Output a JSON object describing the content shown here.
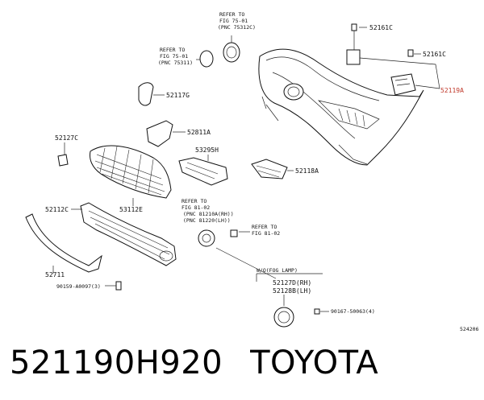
{
  "caption": {
    "part_number": "521190H920",
    "brand": "TOYOTA"
  },
  "figure_id": "524206",
  "labels": {
    "refer1": [
      "REFER TO",
      "FIG 75-01",
      "(PNC 75312C)"
    ],
    "refer2": [
      "REFER TO",
      "FIG 75-01",
      "(PNC 75311)"
    ],
    "refer3": [
      "REFER TO",
      "FIG 81-02",
      "(PNC 81210A(RH))",
      "(PNC 81220(LH))"
    ],
    "refer4": [
      "REFER TO",
      "FIG 81-02"
    ],
    "p52161c_a": "52161C",
    "p52161c_b": "52161C",
    "p52119a": "52119A",
    "p52117g": "52117G",
    "p52127c": "52127C",
    "p52811a": "52811A",
    "p53295h": "53295H",
    "p52118a": "52118A",
    "p52112c": "52112C",
    "p53112e": "53112E",
    "p52711": "52711",
    "p90159": "90159-A0097(3)",
    "fog_header": "W/O(FOG LAMP)",
    "p52127d": "52127D(RH)",
    "p52128b": "52128B(LH)",
    "p90167": "90167-50063(4)"
  },
  "colors": {
    "highlight": "#c0392b",
    "ink": "#111111"
  }
}
